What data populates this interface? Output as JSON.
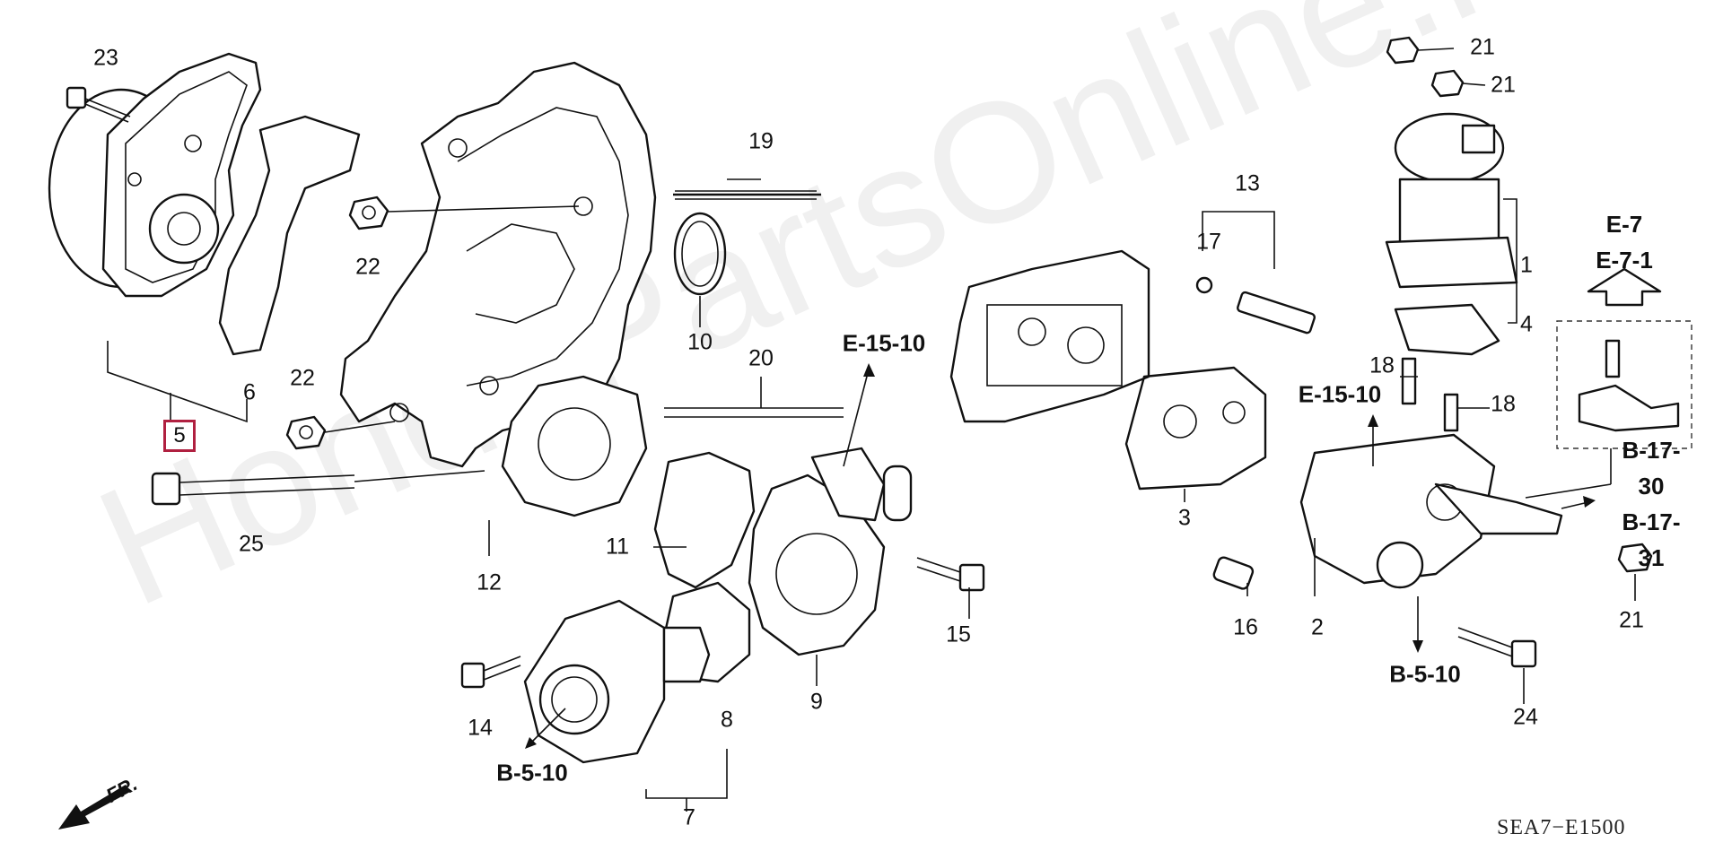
{
  "watermark": "HondaPartsOnline.ru",
  "drawing_code": "SEA7−E1500",
  "front_marker": "FR.",
  "part_numbers": {
    "p1": "1",
    "p2": "2",
    "p3": "3",
    "p4": "4",
    "p5": "5",
    "p6": "6",
    "p7": "7",
    "p8": "8",
    "p9": "9",
    "p10": "10",
    "p11": "11",
    "p12": "12",
    "p13": "13",
    "p14": "14",
    "p15": "15",
    "p16": "16",
    "p17": "17",
    "p18a": "18",
    "p18b": "18",
    "p19": "19",
    "p20": "20",
    "p21a": "21",
    "p21b": "21",
    "p21c": "21",
    "p22a": "22",
    "p22b": "22",
    "p23": "23",
    "p24": "24",
    "p25": "25"
  },
  "references": {
    "e15_10_top": "E-15-10",
    "e15_10_right": "E-15-10",
    "b5_10_left": "B-5-10",
    "b5_10_right": "B-5-10",
    "e7": "E-7",
    "e7_1": "E-7-1",
    "b17_30": "B-17-30",
    "b17_31": "B-17-31"
  },
  "icons": [
    "up-arrow-icon",
    "front-arrow-icon"
  ]
}
